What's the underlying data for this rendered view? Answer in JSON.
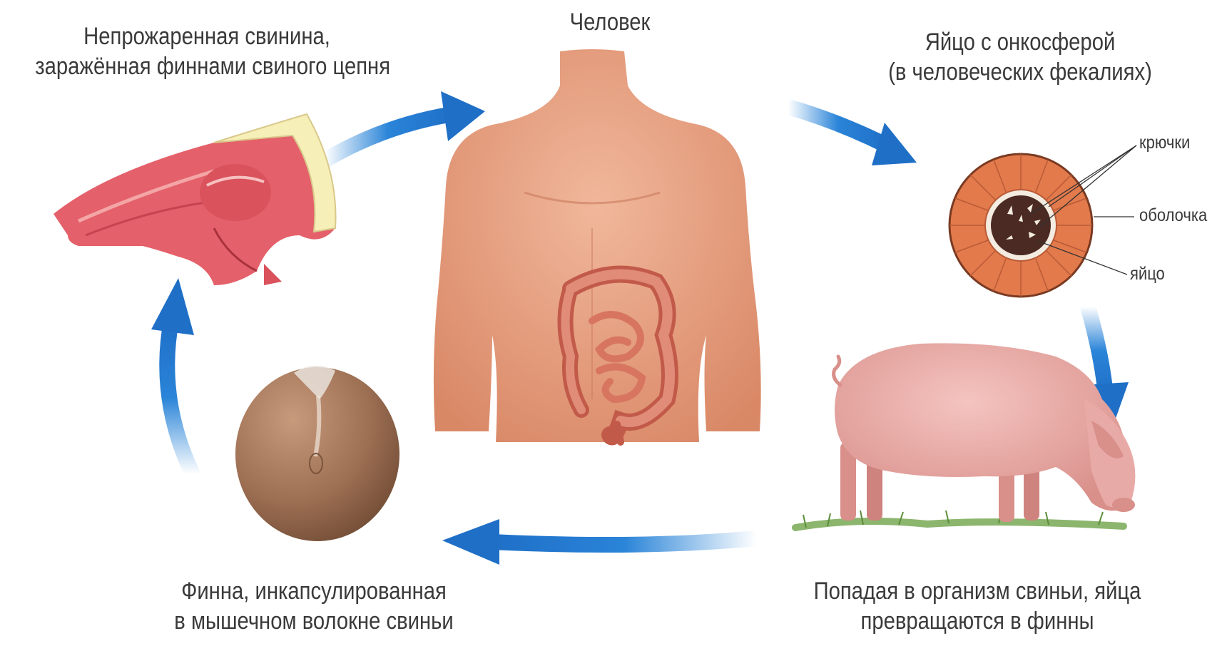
{
  "labels": {
    "pork": [
      "Непрожаренная свинина,",
      "заражённая финнами свиного цепня"
    ],
    "human": "Человек",
    "egg": [
      "Яйцо с онкосферой",
      "(в человеческих фекалиях)"
    ],
    "pig": [
      "Попадая в организм свиньи, яйца",
      "превращаются в финны"
    ],
    "cyst": [
      "Финна, инкапсулированная",
      "в мышечном волокне свиньи"
    ]
  },
  "egg_parts": {
    "hooks": "крючки",
    "shell": "оболочка",
    "egg": "яйцо"
  },
  "colors": {
    "arrow": "#2a84d8",
    "text": "#3a3a3a",
    "skin": "#e8a384",
    "meat": "#e4606a",
    "fat": "#f6efb8",
    "egg_shell": "#e37a4c",
    "egg_core": "#4a2a22",
    "pig": "#e8aaa6",
    "cyst": "#9c6e52",
    "grass": "#6fa24a"
  }
}
